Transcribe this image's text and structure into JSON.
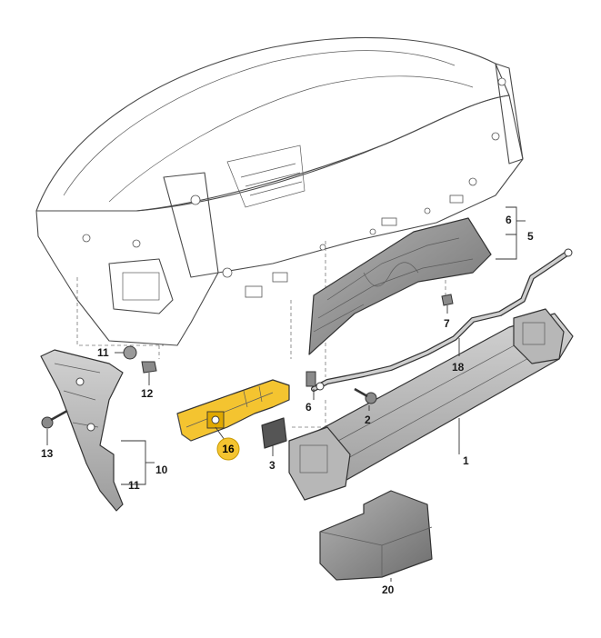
{
  "accent_colors": {
    "highlight_part": "#f4c430",
    "body_glass": "#d6e4ee",
    "part_gray": "#bdbdbd",
    "part_dark": "#8a8a8a",
    "callout_circle": "#f4c430"
  },
  "callouts": {
    "c1": "1",
    "c2": "2",
    "c3": "3",
    "c5": "5",
    "c6a": "6",
    "c6b": "6",
    "c7": "7",
    "c10": "10",
    "c11a": "11",
    "c11b": "11",
    "c12": "12",
    "c13": "13",
    "c16": "16",
    "c18": "18",
    "c20": "20"
  }
}
